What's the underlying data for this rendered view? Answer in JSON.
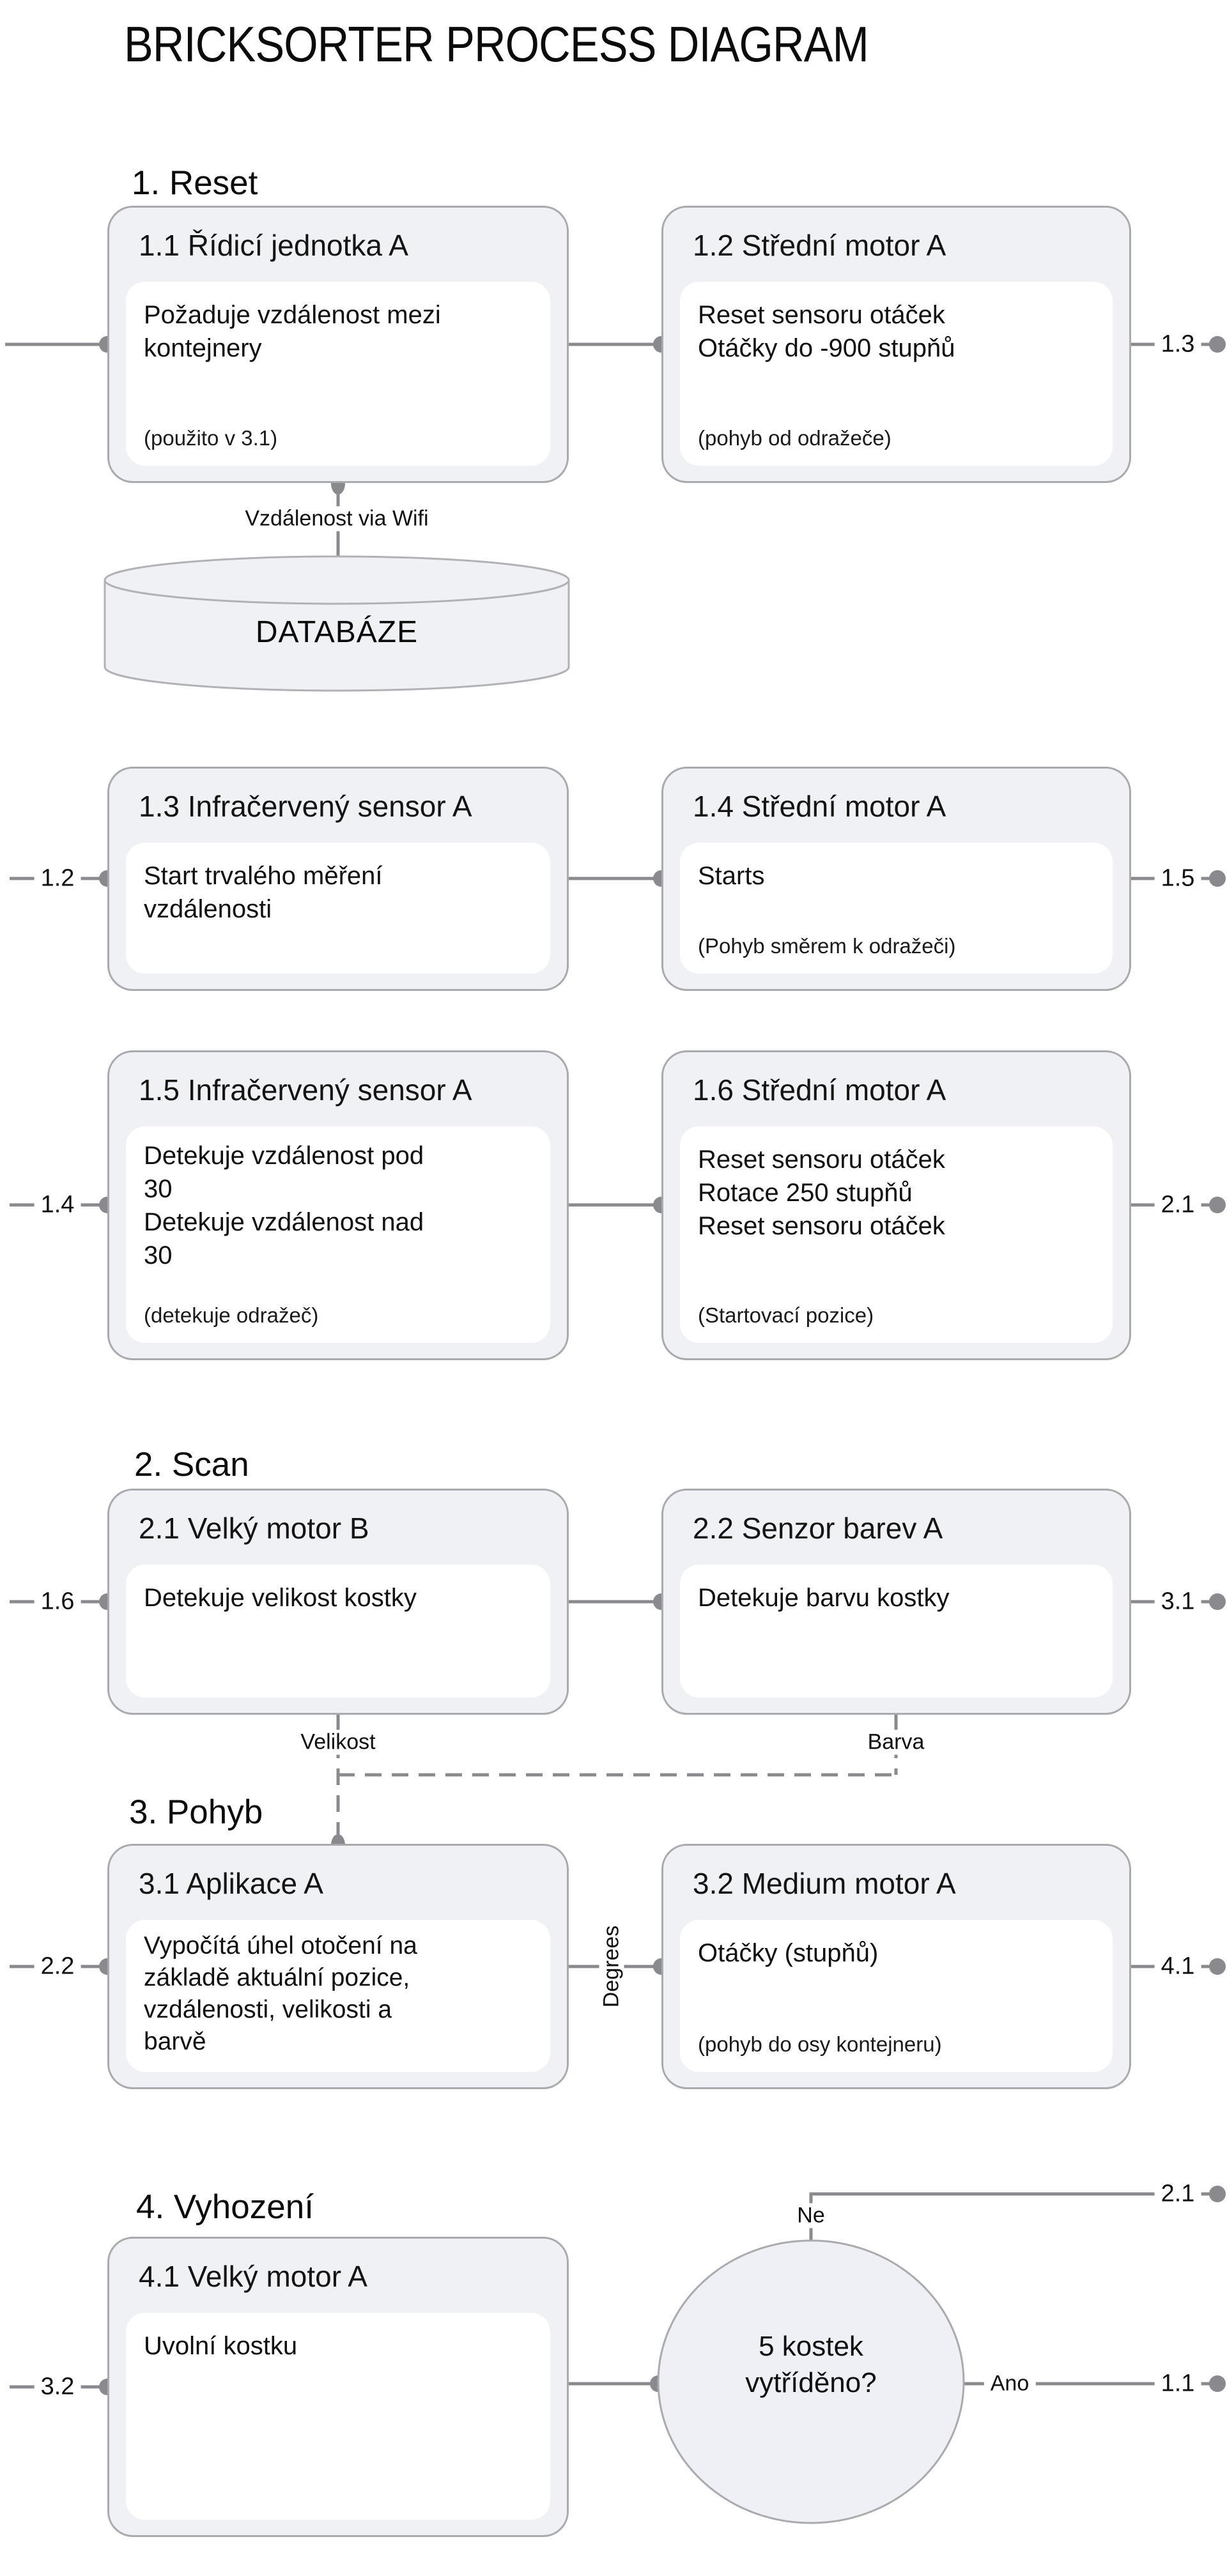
{
  "title": "BRICKSORTER PROCESS DIAGRAM",
  "sections": [
    {
      "label": "1. Reset"
    },
    {
      "label": "2. Scan"
    },
    {
      "label": "3. Pohyb"
    },
    {
      "label": "4. Vyhození"
    }
  ],
  "boxes": [
    {
      "id": "1.1",
      "title": "1.1 Řídicí jednotka A",
      "body": "Požaduje vzdálenost mezi\nkontejnery",
      "note": "(použito v 3.1)"
    },
    {
      "id": "1.2",
      "title": "1.2 Střední motor A",
      "body": "Reset sensoru otáček\nOtáčky do -900 stupňů",
      "note": "(pohyb od odražeče)"
    },
    {
      "id": "1.3",
      "title": "1.3 Infračervený sensor A",
      "body": "Start trvalého měření\nvzdálenosti",
      "note": ""
    },
    {
      "id": "1.4",
      "title": "1.4 Střední motor A",
      "body": "Starts",
      "note": "(Pohyb směrem k odražeči)"
    },
    {
      "id": "1.5",
      "title": "1.5 Infračervený sensor A",
      "body": "Detekuje vzdálenost pod\n30\nDetekuje vzdálenost nad\n30",
      "note": "(detekuje odražeč)"
    },
    {
      "id": "1.6",
      "title": "1.6 Střední motor A",
      "body": "Reset sensoru otáček\nRotace  250 stupňů\nReset sensoru otáček",
      "note": "(Startovací pozice)"
    },
    {
      "id": "2.1",
      "title": "2.1 Velký motor B",
      "body": "Detekuje velikost kostky",
      "note": ""
    },
    {
      "id": "2.2",
      "title": "2.2 Senzor barev A",
      "body": "Detekuje barvu kostky",
      "note": ""
    },
    {
      "id": "3.1",
      "title": "3.1 Aplikace A",
      "body": "Vypočítá úhel otočení na\nzákladě aktuální pozice,\nvzdálenosti, velikosti a\nbarvě",
      "note": ""
    },
    {
      "id": "3.2",
      "title": "3.2 Medium motor A",
      "body": "Otáčky (stupňů)",
      "note": "(pohyb do osy kontejneru)"
    },
    {
      "id": "4.1",
      "title": "4.1 Velký motor A",
      "body": "Uvolní kostku",
      "note": ""
    }
  ],
  "database": {
    "label": "DATABÁZE"
  },
  "decision": {
    "label": "5 kostek\nvytříděno?"
  },
  "edge_labels": {
    "wifi": "Vzdálenost via Wifi",
    "velikost": "Velikost",
    "barva": "Barva",
    "degrees": "Degrees",
    "ne": "Ne",
    "ano": "Ano",
    "row1_right": "1.3",
    "row2_left": "1.2",
    "row2_right": "1.5",
    "row3_left": "1.4",
    "row3_right": "2.1",
    "row4_left": "1.6",
    "row4_right": "3.1",
    "row5_left": "2.2",
    "row5_right": "4.1",
    "row6_left": "3.2",
    "ne_target": "2.1",
    "ano_target": "1.1"
  },
  "colors": {
    "box_fill": "#f0f1f5",
    "box_border": "#a9aaae",
    "line": "#8a8a8e",
    "text": "#141414"
  }
}
